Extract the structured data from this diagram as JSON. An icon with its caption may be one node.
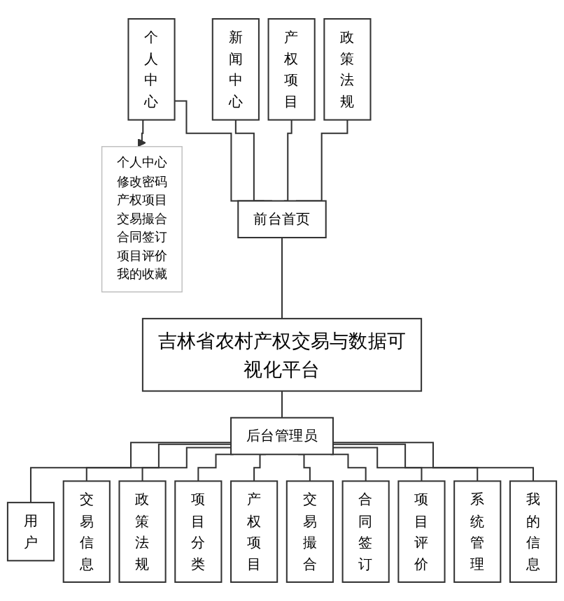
{
  "diagram": {
    "nodes": [
      {
        "text": [
          "政策法规"
        ]
      },
      {
        "text": [
          "产权项目"
        ]
      },
      {
        "text": [
          "新闻中心"
        ]
      },
      {
        "text": [
          "个人中心"
        ]
      },
      {
        "text": [
          "个人中心",
          "修改密码",
          "产权项目",
          "交易撮合",
          "合同签订",
          "项目评价",
          "我的收藏"
        ]
      },
      {
        "text": [
          "前台首页"
        ]
      },
      {
        "text": [
          "吉林省农村产权交易与数据可视化平台"
        ]
      },
      {
        "text": [
          "后台管理员"
        ]
      },
      {
        "text": [
          "用户"
        ]
      },
      {
        "text": [
          "交易信息"
        ]
      },
      {
        "text": [
          "政策法规"
        ]
      },
      {
        "text": [
          "项目分类"
        ]
      },
      {
        "text": [
          "产权项目"
        ]
      },
      {
        "text": [
          "交易撮合"
        ]
      },
      {
        "text": [
          "合同签订"
        ]
      },
      {
        "text": [
          "项目评价"
        ]
      },
      {
        "text": [
          "系统管理"
        ]
      },
      {
        "text": [
          "我的信息"
        ]
      }
    ],
    "edges": [
      {
        "from": 0,
        "to": 5,
        "arrow": "none"
      },
      {
        "from": 1,
        "to": 5,
        "arrow": "none"
      },
      {
        "from": 2,
        "to": 5,
        "arrow": "none"
      },
      {
        "from": 3,
        "to": 5,
        "arrow": "none"
      },
      {
        "from": 3,
        "to": 4,
        "arrow": "to"
      },
      {
        "from": 5,
        "to": 6,
        "arrow": "none"
      },
      {
        "from": 6,
        "to": 7,
        "arrow": "none"
      },
      {
        "from": 7,
        "to": 8,
        "arrow": "none"
      },
      {
        "from": 7,
        "to": 9,
        "arrow": "none"
      },
      {
        "from": 7,
        "to": 10,
        "arrow": "none"
      },
      {
        "from": 7,
        "to": 11,
        "arrow": "none"
      },
      {
        "from": 7,
        "to": 12,
        "arrow": "none"
      },
      {
        "from": 7,
        "to": 13,
        "arrow": "none"
      },
      {
        "from": 7,
        "to": 14,
        "arrow": "none"
      },
      {
        "from": 7,
        "to": 15,
        "arrow": "none"
      },
      {
        "from": 7,
        "to": 16,
        "arrow": "none"
      },
      {
        "from": 7,
        "to": 17,
        "arrow": "none"
      }
    ]
  }
}
